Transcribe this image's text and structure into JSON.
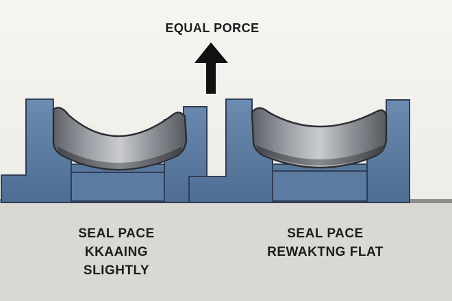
{
  "title": "EQUAL PORCE",
  "left_caption": {
    "lines": [
      "SEAL PACE",
      "KKAAING",
      "SLIGHTLY"
    ]
  },
  "right_caption": {
    "lines": [
      "SEAL PACE",
      "REWAKTNG FLAT"
    ]
  },
  "colors": {
    "background": "#f1f0ec",
    "housing": "#5f7fa6",
    "housing_dark": "#2f3d55",
    "seal_face": "#8a8d92",
    "ground": "#b9b8b4",
    "arrow": "#111111"
  }
}
